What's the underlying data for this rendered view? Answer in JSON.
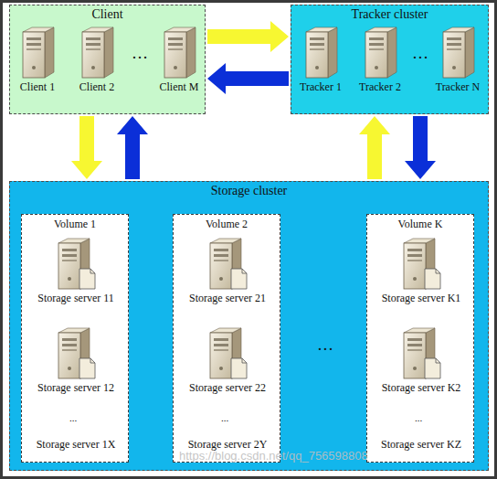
{
  "diagram": {
    "nodes": [
      {
        "text": [
          "Client"
        ]
      },
      {
        "text": [
          "Client 1"
        ],
        "in": 0
      },
      {
        "text": [
          "Client 2"
        ],
        "in": 0
      },
      {
        "text": [
          "Client M"
        ],
        "in": 0
      },
      {
        "text": [
          "Tracker cluster"
        ]
      },
      {
        "text": [
          "Tracker 1"
        ],
        "in": 4
      },
      {
        "text": [
          "Tracker 2"
        ],
        "in": 4
      },
      {
        "text": [
          "Tracker N"
        ],
        "in": 4
      },
      {
        "text": [
          "Storage cluster"
        ]
      },
      {
        "text": [
          "Volume 1"
        ],
        "in": 8
      },
      {
        "text": [
          "Storage server 11"
        ],
        "in": 9
      },
      {
        "text": [
          "Storage server 12"
        ],
        "in": 9
      },
      {
        "text": [
          "Storage server 1X"
        ],
        "in": 9
      },
      {
        "text": [
          "Volume 2"
        ],
        "in": 8
      },
      {
        "text": [
          "Storage server 21"
        ],
        "in": 13
      },
      {
        "text": [
          "Storage server 22"
        ],
        "in": 13
      },
      {
        "text": [
          "Storage server 2Y"
        ],
        "in": 13
      },
      {
        "text": [
          "Volume K"
        ],
        "in": 8
      },
      {
        "text": [
          "Storage server K1"
        ],
        "in": 17
      },
      {
        "text": [
          "Storage server K2"
        ],
        "in": 17
      },
      {
        "text": [
          "Storage server KZ"
        ],
        "in": 17
      }
    ],
    "edges": [
      {
        "from": 0,
        "to": 4,
        "arrow": "to"
      },
      {
        "from": 4,
        "to": 0,
        "arrow": "to"
      },
      {
        "from": 0,
        "to": 8,
        "arrow": "to"
      },
      {
        "from": 8,
        "to": 0,
        "arrow": "to"
      },
      {
        "from": 8,
        "to": 4,
        "arrow": "to"
      },
      {
        "from": 4,
        "to": 8,
        "arrow": "to"
      }
    ],
    "labels": [
      "…",
      "…",
      "…",
      "...",
      "...",
      "...",
      "https://blog.csdn.net/qq_756598808"
    ]
  }
}
